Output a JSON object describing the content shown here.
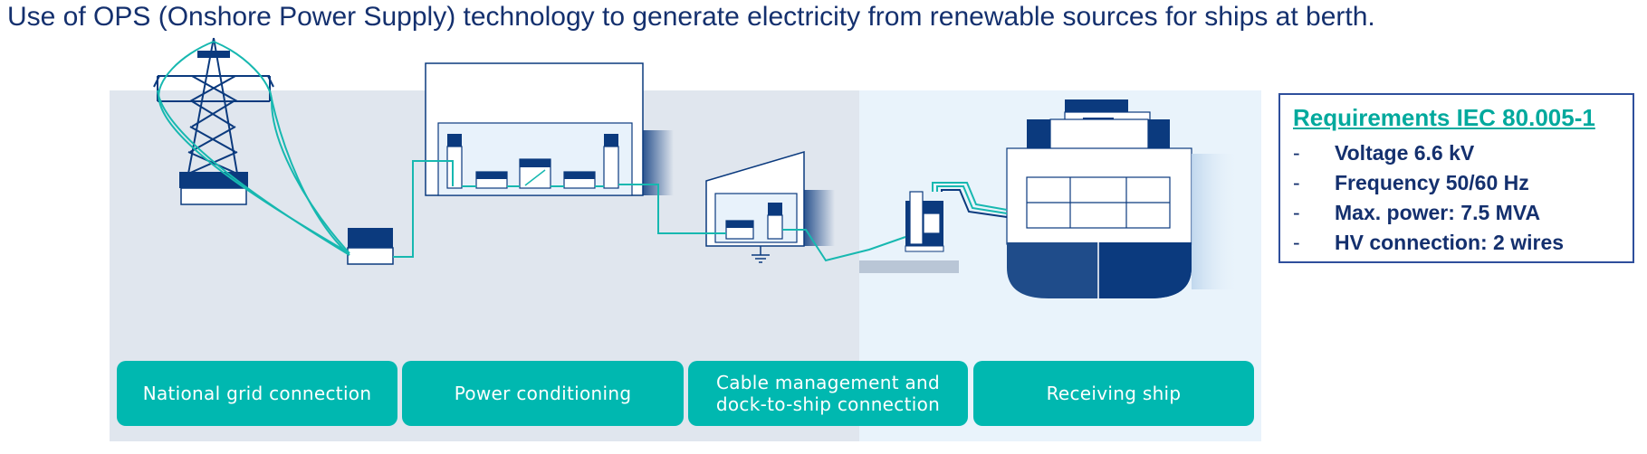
{
  "title": "Use of OPS (Onshore Power Supply) technology to generate electricity from renewable sources for ships at berth.",
  "stages": [
    {
      "label": "National grid connection"
    },
    {
      "label": "Power conditioning"
    },
    {
      "label_line1": "Cable management and",
      "label_line2": "dock-to-ship connection"
    },
    {
      "label": "Receiving ship"
    }
  ],
  "requirements": {
    "title": "Requirements IEC 80.005-1",
    "bullet": "-",
    "items": [
      "Voltage 6.6 kV",
      "Frequency 50/60 Hz",
      "Max. power: 7.5 MVA",
      "HV connection: 2 wires"
    ]
  },
  "colors": {
    "navy": "#0b3a7e",
    "teal": "#17b8b0",
    "stage_fill": "#00b8b0",
    "grey_panel": "#e0e6ee",
    "blue_panel": "#e9f3fb",
    "title_text": "#14306e"
  },
  "icons": [
    "transmission-tower-icon",
    "transformer-icon",
    "substation-building-icon",
    "cable-management-shed-icon",
    "ground-symbol-icon",
    "cable-reel-icon",
    "ship-icon"
  ]
}
